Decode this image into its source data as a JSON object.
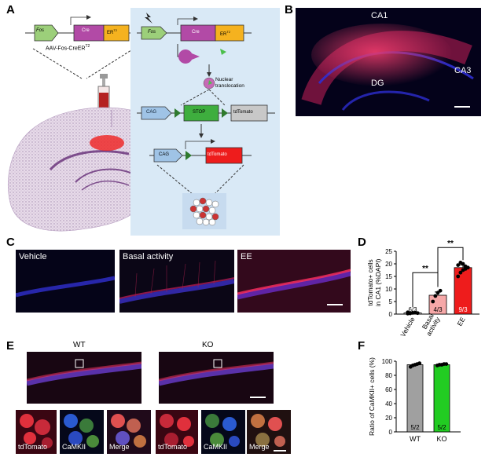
{
  "panels": {
    "a": "A",
    "b": "B",
    "c": "C",
    "d": "D",
    "e": "E",
    "f": "F"
  },
  "panel_a": {
    "vector_promoter": "Fos",
    "vector_cre": "Cre",
    "vector_er": "ER",
    "vector_er_sup": "T2",
    "vector_name": "AAV-Fos-CreER",
    "vector_name_sup": "T2",
    "nuclear_translocation": "Nuclear translocation",
    "cag": "CAG",
    "stop": "STOP",
    "tdtomato": "tdTomato"
  },
  "panel_b": {
    "ca1": "CA1",
    "ca3": "CA3",
    "dg": "DG"
  },
  "panel_c": {
    "labels": [
      "Vehicle",
      "Basal activity",
      "EE"
    ]
  },
  "panel_e": {
    "wt": "WT",
    "ko": "KO",
    "crop_labels": [
      "tdTomato",
      "CaMKII",
      "Merge",
      "tdTomato",
      "CaMKII",
      "Merge"
    ]
  },
  "chart_data": [
    {
      "type": "bar",
      "panel": "D",
      "categories": [
        "Vehicle",
        "Basal activity",
        "EE"
      ],
      "values": [
        0.5,
        7.5,
        18.5
      ],
      "errors": [
        0.3,
        1.3,
        1.0
      ],
      "n_labels": [
        "6/3",
        "4/3",
        "9/3"
      ],
      "points": [
        [
          0.2,
          0.3,
          0.5,
          0.6,
          0.4,
          0.7
        ],
        [
          5.0,
          7.2,
          8.5,
          9.3
        ],
        [
          15,
          16.5,
          17.5,
          18,
          18.5,
          19.5,
          20.5,
          20,
          19
        ]
      ],
      "colors": [
        "#ffffff",
        "#f6a8a8",
        "#ee1c1c"
      ],
      "ylabel": "tdTomato+ cells\nin CA1 (%DAPI)",
      "ylim": [
        0,
        25
      ],
      "yticks": [
        0,
        5,
        10,
        15,
        20,
        25
      ],
      "significance": [
        {
          "from": "Vehicle",
          "to": "Basal activity",
          "label": "**"
        },
        {
          "from": "Basal activity",
          "to": "EE",
          "label": "**"
        }
      ]
    },
    {
      "type": "bar",
      "panel": "F",
      "categories": [
        "WT",
        "KO"
      ],
      "values": [
        95,
        95
      ],
      "n_labels": [
        "5/2",
        "5/2"
      ],
      "points": [
        [
          92,
          94,
          95,
          96,
          97
        ],
        [
          94,
          95,
          95,
          96,
          96
        ]
      ],
      "colors": [
        "#a0a0a0",
        "#22cc22"
      ],
      "ylabel": "Ratio of CaMKII+ cells (%)",
      "ylim": [
        0,
        100
      ],
      "yticks": [
        0,
        20,
        40,
        60,
        80,
        100
      ]
    }
  ]
}
